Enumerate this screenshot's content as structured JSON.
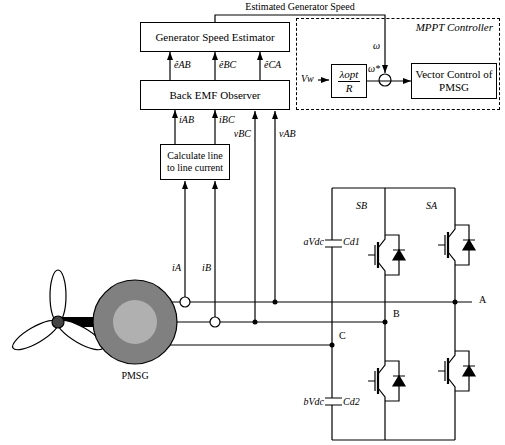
{
  "diagram": {
    "nodes": [
      {
        "text": [
          "MPPT Controller"
        ]
      },
      {
        "text": [
          "Generator Speed Estimator"
        ]
      },
      {
        "text": [
          "Back EMF Observer"
        ]
      },
      {
        "text": [
          "Calculate line to line current"
        ]
      },
      {
        "text": [
          "λopt",
          "R"
        ],
        "in": 0
      },
      {
        "text": [
          "Vector Control of PMSG"
        ],
        "in": 0
      }
    ],
    "edges": [
      {
        "from": 3,
        "to": 2,
        "arrow": "to",
        "label": "iAB"
      },
      {
        "from": 3,
        "to": 2,
        "arrow": "to",
        "label": "iBC"
      },
      {
        "from": 2,
        "to": 1,
        "arrow": "to",
        "label": "êAB"
      },
      {
        "from": 2,
        "to": 1,
        "arrow": "to",
        "label": "êBC"
      },
      {
        "from": 2,
        "to": 1,
        "arrow": "to",
        "label": "êCA"
      },
      {
        "from": 4,
        "to": 5,
        "arrow": "to",
        "label": "ω*"
      }
    ],
    "labels": [
      "Estimated Generator Speed",
      "ω",
      "Vw",
      "iA",
      "iB",
      "vBC",
      "vAB",
      "aVdc",
      "Cd1",
      "C",
      "bVdc",
      "Cd2",
      "SB",
      "SA",
      "A",
      "B",
      "PMSG"
    ]
  }
}
